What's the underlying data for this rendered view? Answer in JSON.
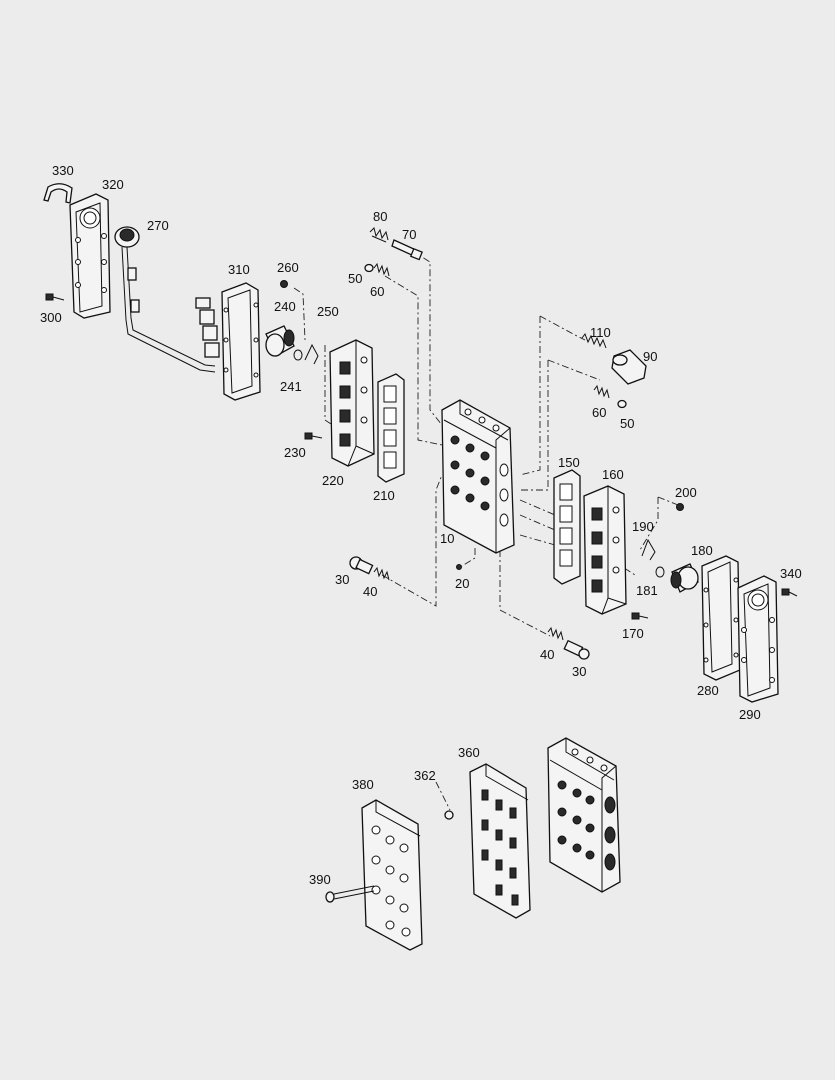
{
  "diagram": {
    "labels": {
      "l330": "330",
      "l320": "320",
      "l270": "270",
      "l300": "300",
      "l310": "310",
      "l260": "260",
      "l240": "240",
      "l250": "250",
      "l241": "241",
      "l230": "230",
      "l220": "220",
      "l210": "210",
      "l80": "80",
      "l70": "70",
      "l50a": "50",
      "l60a": "60",
      "l110": "110",
      "l90": "90",
      "l60b": "60",
      "l50b": "50",
      "l150": "150",
      "l160": "160",
      "l200": "200",
      "l190": "190",
      "l180": "180",
      "l181": "181",
      "l170": "170",
      "l340": "340",
      "l10": "10",
      "l20": "20",
      "l30a": "30",
      "l40a": "40",
      "l40b": "40",
      "l30b": "30",
      "l280": "280",
      "l290": "290",
      "l360": "360",
      "l362": "362",
      "l380": "380",
      "l390": "390"
    }
  }
}
